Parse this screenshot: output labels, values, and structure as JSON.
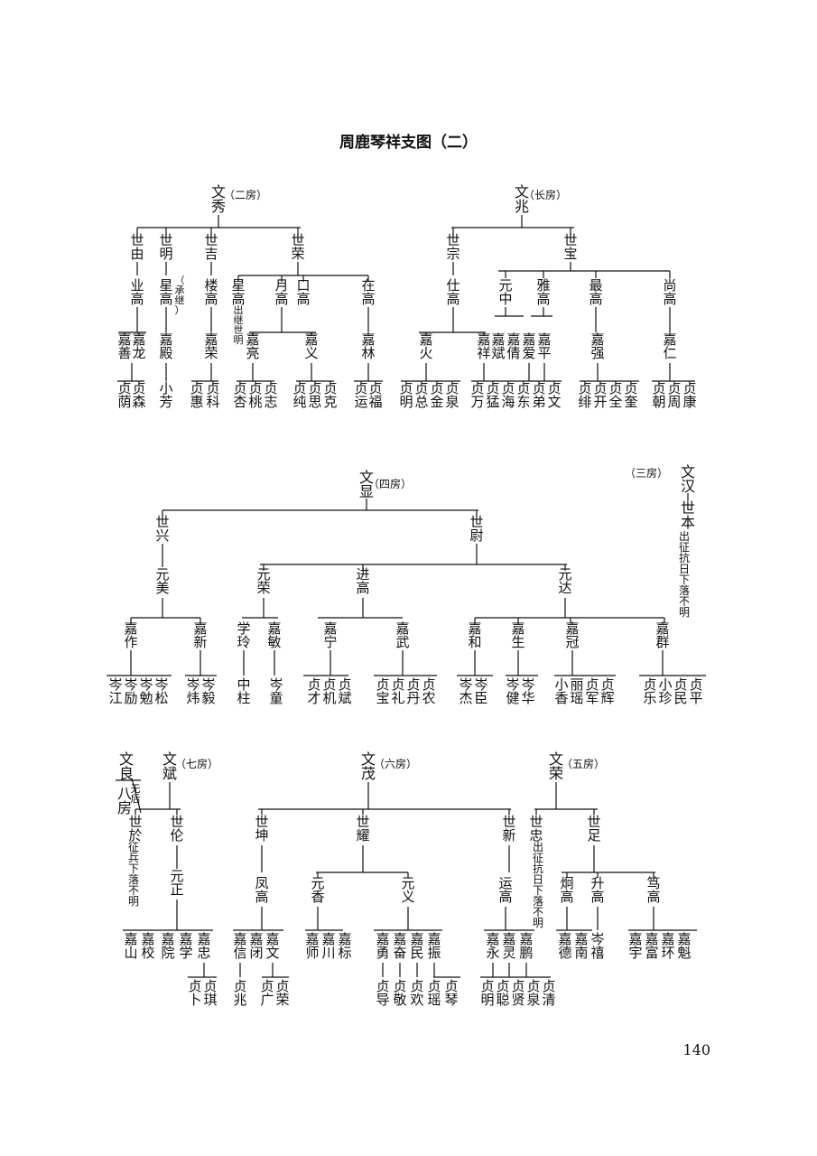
{
  "document": {
    "title": "周鹿琴祥支图（二）",
    "page_number": "140"
  },
  "sections": [
    {
      "nodes": [
        {
          "id": "a_wx",
          "name": "文秀",
          "note": "（二房）"
        },
        {
          "id": "a_sy",
          "name": "世由"
        },
        {
          "id": "a_sm",
          "name": "世明"
        },
        {
          "id": "a_sg",
          "name": "世吉"
        },
        {
          "id": "a_sc",
          "name": "世荣"
        },
        {
          "id": "a_yg",
          "name": "业高"
        },
        {
          "id": "a_xg",
          "name": "星高",
          "note": "（承继）"
        },
        {
          "id": "a_lg",
          "name": "楼高"
        },
        {
          "id": "a_xg2",
          "name": "星高",
          "note": "出继世明"
        },
        {
          "id": "a_yueg",
          "name": "月高"
        },
        {
          "id": "a_kg",
          "name": "口高"
        },
        {
          "id": "a_zg",
          "name": "在高"
        },
        {
          "id": "a_jss",
          "name": "嘉善"
        },
        {
          "id": "a_jl",
          "name": "嘉龙"
        },
        {
          "id": "a_jy",
          "name": "嘉殿"
        },
        {
          "id": "a_jr",
          "name": "嘉荣"
        },
        {
          "id": "a_jlg",
          "name": "嘉亮"
        },
        {
          "id": "a_jyi",
          "name": "嘉义"
        },
        {
          "id": "a_jlin",
          "name": "嘉林"
        },
        {
          "id": "a_z1",
          "name": "贞荫"
        },
        {
          "id": "a_z2",
          "name": "贞森"
        },
        {
          "id": "a_z3",
          "name": "小芳"
        },
        {
          "id": "a_z4",
          "name": "贞惠"
        },
        {
          "id": "a_z5",
          "name": "贞科"
        },
        {
          "id": "a_z6",
          "name": "贞杏"
        },
        {
          "id": "a_z7",
          "name": "贞桃"
        },
        {
          "id": "a_z8",
          "name": "贞志"
        },
        {
          "id": "a_z9",
          "name": "贞纯"
        },
        {
          "id": "a_z10",
          "name": "贞思"
        },
        {
          "id": "a_z11",
          "name": "贞克"
        },
        {
          "id": "a_z12",
          "name": "贞运"
        },
        {
          "id": "a_z13",
          "name": "贞福"
        },
        {
          "id": "b_wz",
          "name": "文兆",
          "note": "（长房）"
        },
        {
          "id": "b_sz",
          "name": "世宗"
        },
        {
          "id": "b_sb",
          "name": "世宝"
        },
        {
          "id": "b_sg",
          "name": "仕高"
        },
        {
          "id": "b_yz",
          "name": "元中"
        },
        {
          "id": "b_yag",
          "name": "雅高"
        },
        {
          "id": "b_zg2",
          "name": "最高"
        },
        {
          "id": "b_shg",
          "name": "尚高"
        },
        {
          "id": "b_jh",
          "name": "嘉火"
        },
        {
          "id": "b_jx",
          "name": "嘉祥"
        },
        {
          "id": "b_jb",
          "name": "嘉斌"
        },
        {
          "id": "b_jq",
          "name": "嘉倩"
        },
        {
          "id": "b_ja",
          "name": "嘉爱"
        },
        {
          "id": "b_jp",
          "name": "嘉平"
        },
        {
          "id": "b_jqi",
          "name": "嘉强"
        },
        {
          "id": "b_jren",
          "name": "嘉仁"
        },
        {
          "id": "b_z1",
          "name": "贞明"
        },
        {
          "id": "b_z2",
          "name": "贞总"
        },
        {
          "id": "b_z3",
          "name": "贞金"
        },
        {
          "id": "b_z4",
          "name": "贞泉"
        },
        {
          "id": "b_z5",
          "name": "贞万"
        },
        {
          "id": "b_z6",
          "name": "贞猛"
        },
        {
          "id": "b_z7",
          "name": "贞海"
        },
        {
          "id": "b_z8",
          "name": "贞东"
        },
        {
          "id": "b_z9",
          "name": "贞弟"
        },
        {
          "id": "b_z10",
          "name": "贞文"
        },
        {
          "id": "b_z11",
          "name": "贞绯"
        },
        {
          "id": "b_z12",
          "name": "贞开"
        },
        {
          "id": "b_z13",
          "name": "贞全"
        },
        {
          "id": "b_z14",
          "name": "贞奎"
        },
        {
          "id": "b_z15",
          "name": "贞朝"
        },
        {
          "id": "b_z16",
          "name": "贞周"
        },
        {
          "id": "b_z17",
          "name": "贞康"
        }
      ]
    },
    {
      "nodes": [
        {
          "id": "c_wx",
          "name": "文显",
          "note": "（四房）"
        },
        {
          "id": "c_sx",
          "name": "世兴"
        },
        {
          "id": "c_sw",
          "name": "世尉"
        },
        {
          "id": "c_ym",
          "name": "元美"
        },
        {
          "id": "c_yr",
          "name": "元荣"
        },
        {
          "id": "c_jg",
          "name": "进高"
        },
        {
          "id": "c_yd",
          "name": "元达"
        },
        {
          "id": "c_jz",
          "name": "嘉作"
        },
        {
          "id": "c_jx",
          "name": "嘉新"
        },
        {
          "id": "c_xl",
          "name": "学玲"
        },
        {
          "id": "c_jm",
          "name": "嘉敏"
        },
        {
          "id": "c_jn",
          "name": "嘉宁"
        },
        {
          "id": "c_jw",
          "name": "嘉武"
        },
        {
          "id": "c_jhe",
          "name": "嘉和"
        },
        {
          "id": "c_js",
          "name": "嘉生"
        },
        {
          "id": "c_jgu",
          "name": "嘉冠"
        },
        {
          "id": "c_jq",
          "name": "嘉群"
        },
        {
          "id": "c_z1",
          "name": "岑江"
        },
        {
          "id": "c_z2",
          "name": "岑励"
        },
        {
          "id": "c_z3",
          "name": "岑勉"
        },
        {
          "id": "c_z4",
          "name": "岑松"
        },
        {
          "id": "c_z5",
          "name": "岑炜"
        },
        {
          "id": "c_z6",
          "name": "岑毅"
        },
        {
          "id": "c_z7",
          "name": "中柱"
        },
        {
          "id": "c_z8",
          "name": "岑童"
        },
        {
          "id": "c_z9",
          "name": "贞才"
        },
        {
          "id": "c_z10",
          "name": "贞机"
        },
        {
          "id": "c_z11",
          "name": "贞斌"
        },
        {
          "id": "c_z12",
          "name": "贞宝"
        },
        {
          "id": "c_z13",
          "name": "贞礼"
        },
        {
          "id": "c_z14",
          "name": "贞丹"
        },
        {
          "id": "c_z15",
          "name": "贞农"
        },
        {
          "id": "c_z16",
          "name": "岑杰"
        },
        {
          "id": "c_z17",
          "name": "岑臣"
        },
        {
          "id": "c_z18",
          "name": "岑健"
        },
        {
          "id": "c_z19",
          "name": "岑华"
        },
        {
          "id": "c_z20",
          "name": "小香"
        },
        {
          "id": "c_z21",
          "name": "丽瑶"
        },
        {
          "id": "c_z22",
          "name": "贞军"
        },
        {
          "id": "c_z23",
          "name": "贞辉"
        },
        {
          "id": "c_z24",
          "name": "贞乐"
        },
        {
          "id": "c_z25",
          "name": "小珍"
        },
        {
          "id": "c_z26",
          "name": "贞民"
        },
        {
          "id": "c_z27",
          "name": "贞平"
        },
        {
          "id": "d_wh",
          "name": "文汉",
          "note": "（三房）"
        },
        {
          "id": "d_sb",
          "name": "世本",
          "note": "出征抗日下落不明"
        }
      ]
    },
    {
      "nodes": [
        {
          "id": "e_wl",
          "name": "文良",
          "note": "无后"
        },
        {
          "id": "e_bf",
          "name": "八房"
        },
        {
          "id": "e_wb",
          "name": "文斌",
          "note": "（七房）"
        },
        {
          "id": "e_sy",
          "name": "世於",
          "note": "征兵下落不明"
        },
        {
          "id": "e_sl",
          "name": "世伦"
        },
        {
          "id": "e_yz",
          "name": "元正"
        },
        {
          "id": "e_js",
          "name": "嘉山"
        },
        {
          "id": "e_jx",
          "name": "嘉校"
        },
        {
          "id": "e_jy",
          "name": "嘉院"
        },
        {
          "id": "e_jxu",
          "name": "嘉学"
        },
        {
          "id": "e_jz",
          "name": "嘉忠"
        },
        {
          "id": "e_z1",
          "name": "贞卜"
        },
        {
          "id": "e_z2",
          "name": "贞琪"
        },
        {
          "id": "f_wm",
          "name": "文茂",
          "note": "（六房）"
        },
        {
          "id": "f_sk",
          "name": "世坤"
        },
        {
          "id": "f_sy",
          "name": "世耀"
        },
        {
          "id": "f_sx",
          "name": "世新"
        },
        {
          "id": "f_fg",
          "name": "凤高"
        },
        {
          "id": "f_yx",
          "name": "元香"
        },
        {
          "id": "f_yy",
          "name": "元义"
        },
        {
          "id": "f_yung",
          "name": "运高"
        },
        {
          "id": "f_jx",
          "name": "嘉信"
        },
        {
          "id": "f_jb",
          "name": "嘉闭"
        },
        {
          "id": "f_jw",
          "name": "嘉文"
        },
        {
          "id": "f_jsh",
          "name": "嘉师"
        },
        {
          "id": "f_jc",
          "name": "嘉川"
        },
        {
          "id": "f_jbiao",
          "name": "嘉标"
        },
        {
          "id": "f_jyo",
          "name": "嘉勇"
        },
        {
          "id": "f_jf",
          "name": "嘉奋"
        },
        {
          "id": "f_jm",
          "name": "嘉民"
        },
        {
          "id": "f_jzh",
          "name": "嘉振"
        },
        {
          "id": "f_jyong",
          "name": "嘉永"
        },
        {
          "id": "f_jli",
          "name": "嘉灵"
        },
        {
          "id": "f_jp",
          "name": "嘉鹏"
        },
        {
          "id": "f_z1",
          "name": "贞兆"
        },
        {
          "id": "f_z2",
          "name": "贞广"
        },
        {
          "id": "f_z3",
          "name": "贞荣"
        },
        {
          "id": "f_z4",
          "name": "贞导"
        },
        {
          "id": "f_z5",
          "name": "贞敬"
        },
        {
          "id": "f_z6",
          "name": "贞欢"
        },
        {
          "id": "f_z7",
          "name": "贞瑶"
        },
        {
          "id": "f_z8",
          "name": "贞琴"
        },
        {
          "id": "f_z9",
          "name": "贞明"
        },
        {
          "id": "f_z10",
          "name": "贞聪"
        },
        {
          "id": "f_z11",
          "name": "贞贤"
        },
        {
          "id": "f_z12",
          "name": "贞泉"
        },
        {
          "id": "f_z13",
          "name": "贞清"
        },
        {
          "id": "g_wr",
          "name": "文荣",
          "note": "（五房）"
        },
        {
          "id": "g_sz",
          "name": "世忠",
          "note": "出征抗日下落不明"
        },
        {
          "id": "g_sd",
          "name": "世足"
        },
        {
          "id": "g_jg",
          "name": "炯高"
        },
        {
          "id": "g_sg",
          "name": "升高"
        },
        {
          "id": "g_dg",
          "name": "笃高"
        },
        {
          "id": "g_jd",
          "name": "嘉德"
        },
        {
          "id": "g_jn",
          "name": "嘉南"
        },
        {
          "id": "g_z1",
          "name": "岑禧"
        },
        {
          "id": "g_jy",
          "name": "嘉宇"
        },
        {
          "id": "g_jf",
          "name": "嘉富"
        },
        {
          "id": "g_jh",
          "name": "嘉环"
        },
        {
          "id": "g_jk",
          "name": "嘉魁"
        }
      ]
    }
  ]
}
